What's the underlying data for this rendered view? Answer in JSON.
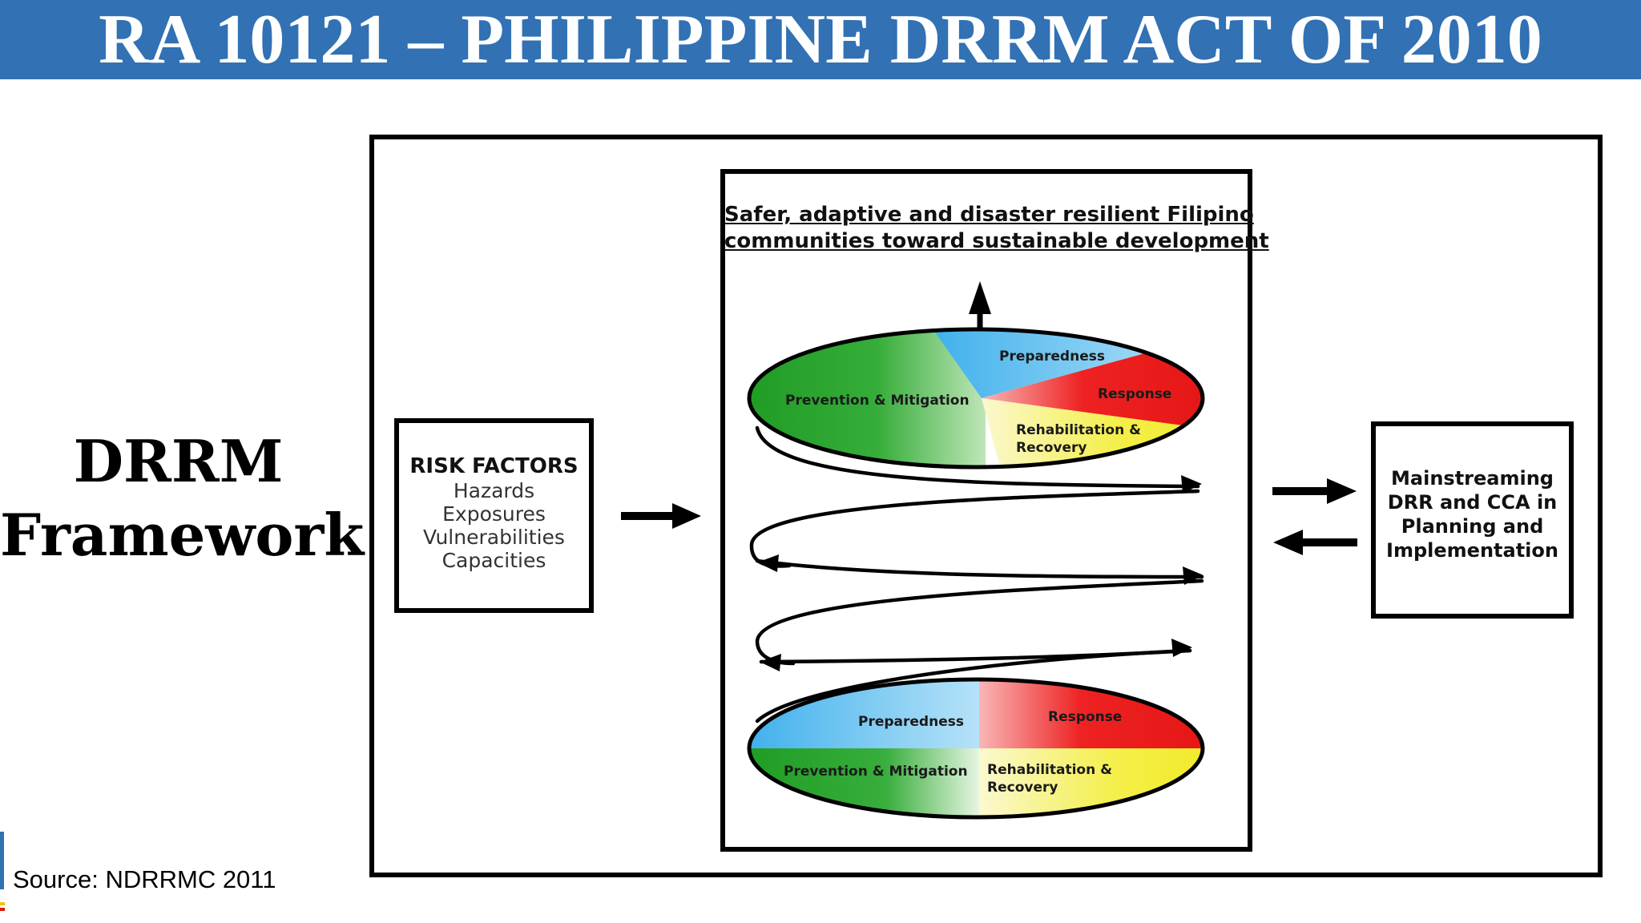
{
  "slide": {
    "title": "RA 10121 – PHILIPPINE DRRM ACT OF 2010",
    "side_title_lines": [
      "DRRM",
      "Framework"
    ],
    "source": "Source: NDRRMC 2011"
  },
  "diagram": {
    "risk_factors": {
      "heading": "RISK FACTORS",
      "items": [
        "Hazards",
        "Exposures",
        "Vulnerabilities",
        "Capacities"
      ]
    },
    "goal_lines": [
      "Safer, adaptive and disaster resilient Filipino",
      "communities toward sustainable development"
    ],
    "top_cycle": {
      "prevention": "Prevention & Mitigation",
      "preparedness": "Preparedness",
      "response": "Response",
      "rehabilitation_lines": [
        "Rehabilitation &",
        "Recovery"
      ]
    },
    "bottom_cycle": {
      "prevention": "Prevention & Mitigation",
      "preparedness": "Preparedness",
      "response": "Response",
      "rehabilitation_lines": [
        "Rehabilitation &",
        "Recovery"
      ]
    },
    "mainstreaming_lines": [
      "Mainstreaming",
      "DRR and CCA in",
      "Planning and",
      "Implementation"
    ],
    "colors": {
      "title_bar": "#3171b4",
      "prevention": "#22a22a",
      "preparedness": "#45b4ec",
      "response": "#ee2222",
      "rehabilitation": "#f4ef4a"
    }
  }
}
